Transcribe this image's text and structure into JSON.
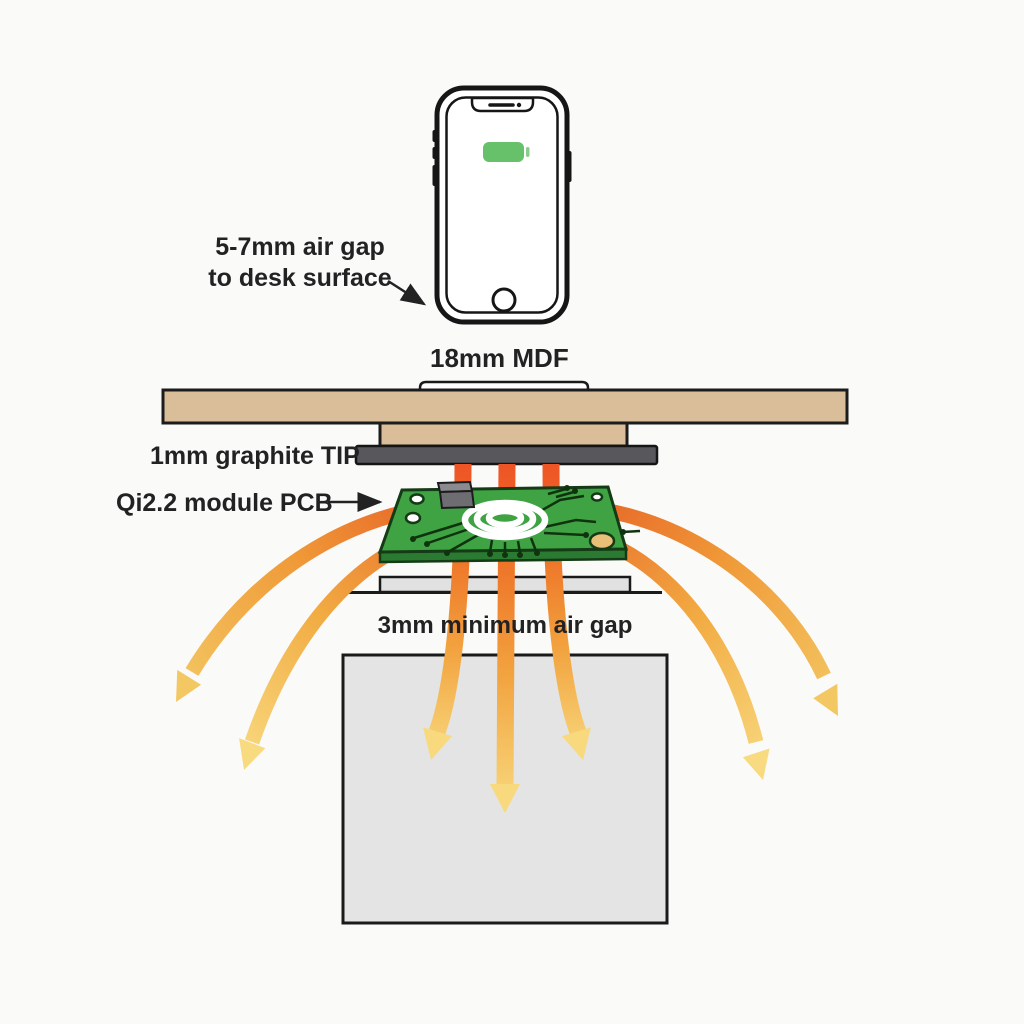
{
  "page": {
    "type": "technical-diagram",
    "subject": "Under-desk wireless charging cross-section",
    "background": "#fafaf9"
  },
  "diagram": {
    "labels": {
      "phone_air_gap_line1": "5-7mm air gap",
      "phone_air_gap_line2": "to desk surface",
      "desk_material": "18mm MDF",
      "graphite_layer": "1mm graphite TIP",
      "charger_module": "Qi2.2 module PCB",
      "bottom_air_gap": "3mm minimum air gap"
    },
    "components": [
      "smartphone with green battery indicator",
      "desk surface board (MDF)",
      "recessed pocket in desk underside",
      "graphite thermal interface pad",
      "Qi2.2 charging module PCB with coil and chip",
      "module mounting plate",
      "enclosure box below module",
      "magnetic flux arrows fanning outward and downward"
    ],
    "icons": [
      "battery-icon",
      "coil-icon",
      "chip-icon",
      "flux-arrow-icon",
      "home-button-icon"
    ],
    "colors": {
      "desk_wood": "#d9be99",
      "graphite_gray": "#58585c",
      "flux_orange": "#ee5b25",
      "flux_yellow": "#f8d97e",
      "pcb_green": "#3fa344",
      "pcb_outline": "#143a16",
      "pad_gold": "#e9c077",
      "battery_green": "#67c16a",
      "enclosure_gray": "#e3e4e3",
      "outline": "#1a1a1a"
    }
  }
}
